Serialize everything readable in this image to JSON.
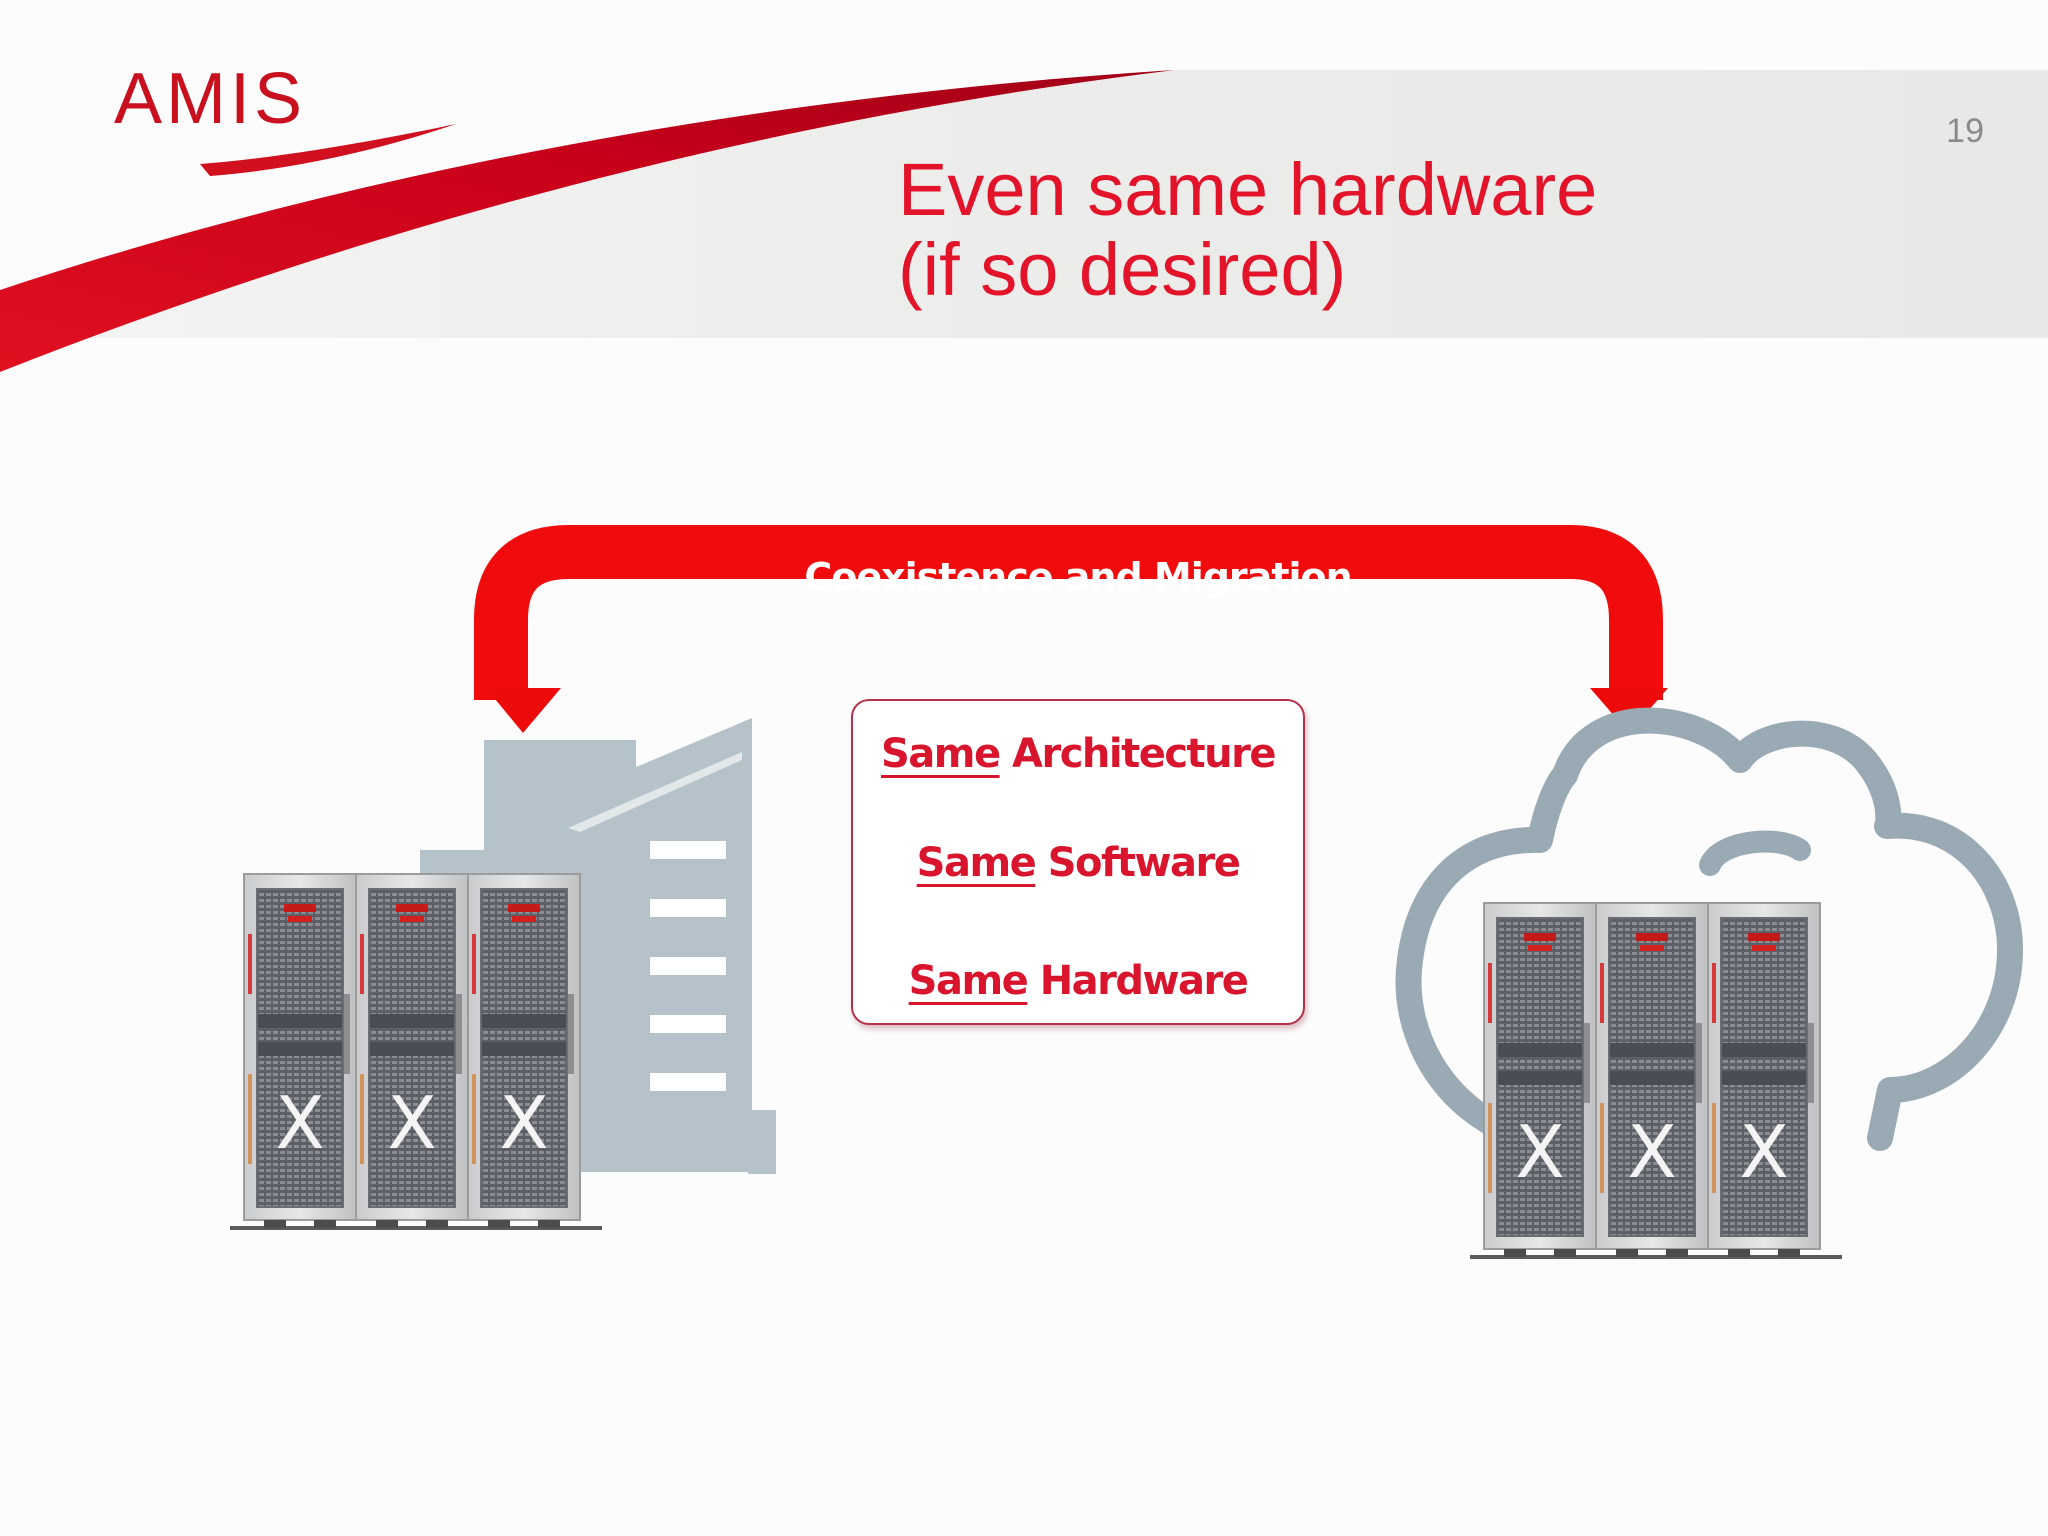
{
  "slide": {
    "title_line1": "Even same hardware",
    "title_line2": "(if so desired)",
    "page_number": "19",
    "logo_text": "AMIS"
  },
  "diagram": {
    "arrow_label": "Coexistence and Migration",
    "box": {
      "rows": [
        {
          "underlined": "Same",
          "rest": "Architecture"
        },
        {
          "underlined": "Same",
          "rest": "Software"
        },
        {
          "underlined": "Same",
          "rest": "Hardware"
        }
      ]
    },
    "rack_marks": [
      "X",
      "X",
      "X"
    ]
  },
  "colors": {
    "accent_red": "#e3142a",
    "arrow_red": "#f00c0c",
    "building_gray": "#b4c0c8",
    "cloud_gray": "#9aaab4",
    "header_band": "#ebebeb"
  }
}
